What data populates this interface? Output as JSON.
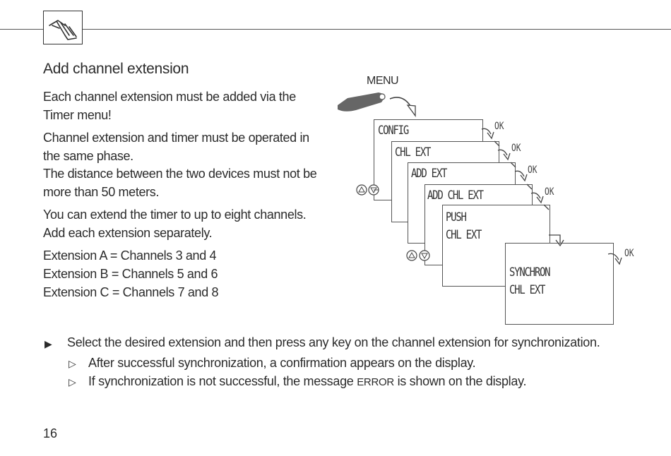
{
  "heading": "Add channel extension",
  "paragraphs": [
    "Each channel extension must be added via the Timer menu!",
    "Channel extension and timer must be operated in the same phase.",
    "The distance between the two devices must not be more than 50 meters.",
    "You can extend the timer to up to eight channels. Add each extension separately."
  ],
  "extensions": [
    "Extension A = Channels 3 and 4",
    "Extension B = Channels 5 and 6",
    "Extension C = Channels 7 and 8"
  ],
  "diagram": {
    "menu_label": "MENU",
    "ok_label": "OK",
    "screens": [
      {
        "line1": "CONFIG",
        "line2": ""
      },
      {
        "line1": "CHL EXT",
        "line2": ""
      },
      {
        "line1": "ADD EXT",
        "line2": ""
      },
      {
        "line1": "ADD CHL EXT",
        "line2": ""
      },
      {
        "line1": "PUSH",
        "line2": "CHL EXT"
      },
      {
        "line1": "SYNCHRON",
        "line2": "CHL EXT"
      }
    ]
  },
  "steps": {
    "main": "Select the desired extension and then press any key on the channel extension for synchronization.",
    "result1": "After successful synchronization, a confirmation appears on the display.",
    "result2_before": "If synchronization is not successful, the message ",
    "result2_code": "ERROR",
    "result2_after": " is shown on the display."
  },
  "page_number": "16",
  "icons": [
    "hand-pointing-icon",
    "finger-press-icon",
    "up-arrow-button-icon",
    "down-arrow-button-icon",
    "ok-arrow-icon"
  ]
}
